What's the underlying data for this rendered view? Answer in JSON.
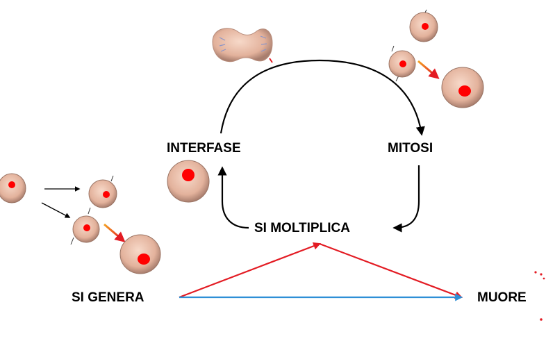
{
  "labels": {
    "interfase": "INTERFASE",
    "mitosi": "MITOSI",
    "si_moltiplica": "SI MOLTIPLICA",
    "si_genera": "SI GENERA",
    "muore": "MUORE"
  },
  "colors": {
    "cycle_arrow": "#000000",
    "red_arrow": "#e31b23",
    "blue_arrow": "#2e8fd6",
    "cell_membrane": "#e8b49c",
    "cell_nucleus": "#ff0000",
    "division_arrow": "#e8421a"
  }
}
